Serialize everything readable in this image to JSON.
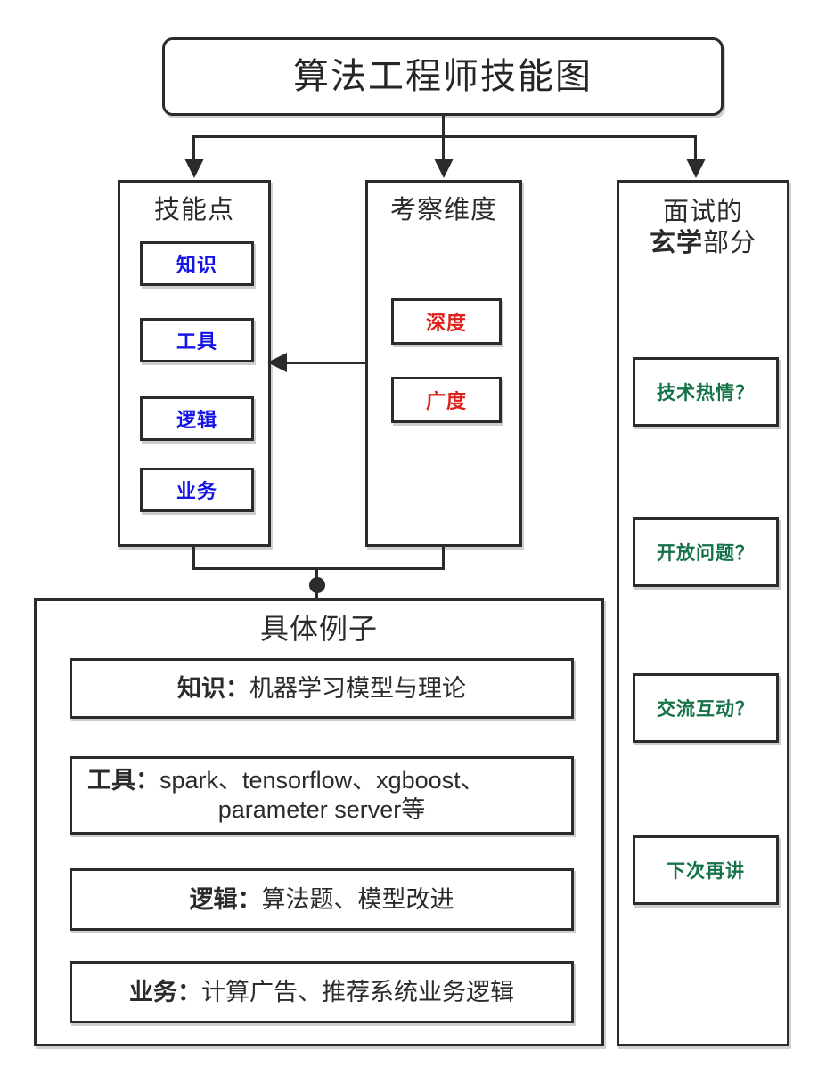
{
  "diagram": {
    "title": "算法工程师技能图",
    "columns": {
      "skills": {
        "heading": "技能点",
        "items": [
          {
            "label": "知识"
          },
          {
            "label": "工具"
          },
          {
            "label": "逻辑"
          },
          {
            "label": "业务"
          }
        ]
      },
      "dimensions": {
        "heading": "考察维度",
        "items": [
          {
            "label": "深度"
          },
          {
            "label": "广度"
          }
        ]
      },
      "mystic": {
        "heading_line1": "面试的",
        "heading_line2_bold": "玄学",
        "heading_line2_rest": "部分",
        "items": [
          {
            "label": "技术热情？"
          },
          {
            "label": "开放问题？"
          },
          {
            "label": "交流互动？"
          },
          {
            "label": "下次再讲"
          }
        ]
      },
      "examples": {
        "heading": "具体例子",
        "items": [
          {
            "lead": "知识：",
            "line1": "机器学习模型与理论",
            "line2": ""
          },
          {
            "lead": "工具：",
            "line1": "spark、tensorflow、xgboost、",
            "line2": "parameter server等"
          },
          {
            "lead": "逻辑：",
            "line1": "算法题、模型改进",
            "line2": ""
          },
          {
            "lead": "业务：",
            "line1": "计算广告、推荐系统业务逻辑",
            "line2": ""
          }
        ]
      }
    },
    "colors": {
      "skill_text": "#1414e6",
      "dimension_text": "#e0201b",
      "mystic_text": "#157347",
      "stroke": "#2b2b2b",
      "background": "#ffffff"
    },
    "connectors": {
      "title_to_skills": "arrow-down",
      "title_to_dimensions": "arrow-down",
      "title_to_mystic": "arrow-down",
      "dimensions_to_skills": "arrow-left",
      "skills_and_dimensions_to_examples": "junction-dot"
    }
  }
}
